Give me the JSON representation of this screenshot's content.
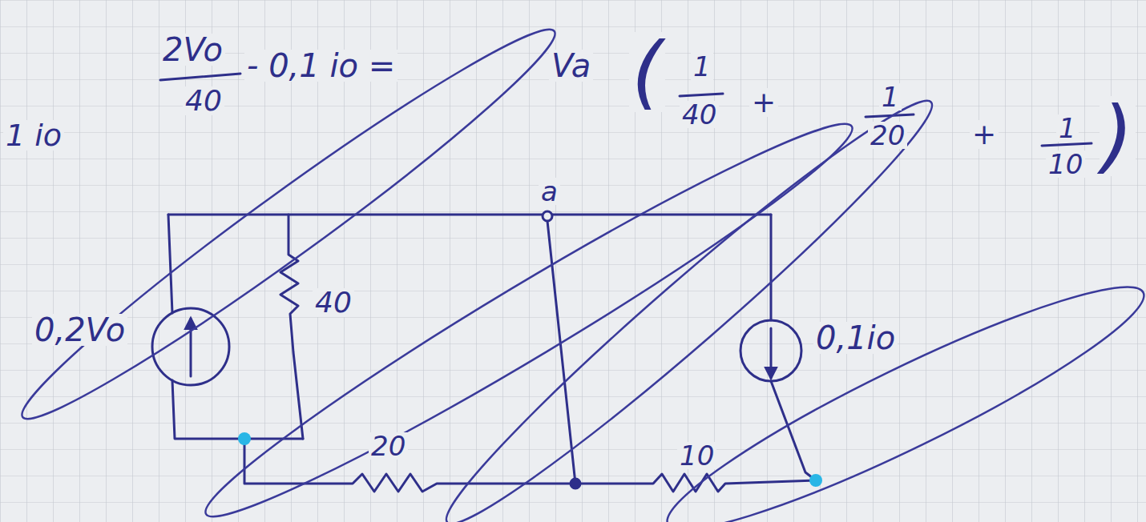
{
  "diagram": {
    "labels": [
      "1 io",
      "2Vo",
      "40",
      "- 0,1 io =",
      "Va",
      "(",
      "1",
      "40",
      "+",
      "1",
      "20",
      "+",
      "1",
      "10",
      ")",
      "0,2Vo",
      "40",
      "a",
      "0,1io",
      "20",
      "10"
    ]
  }
}
